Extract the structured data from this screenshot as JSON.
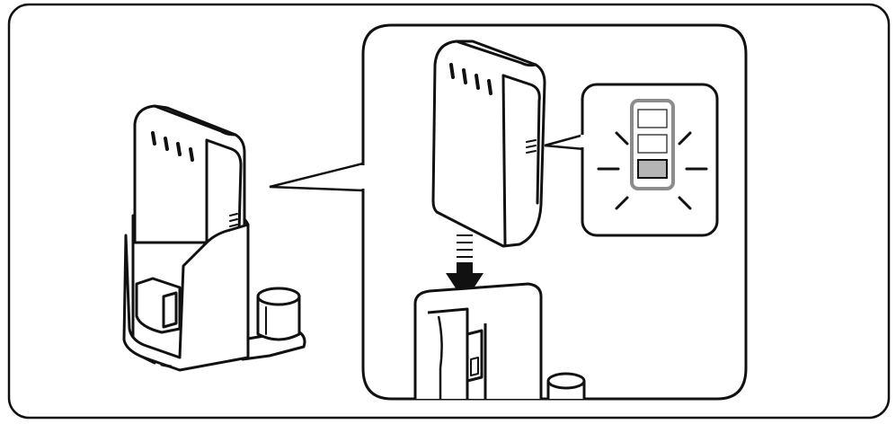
{
  "figure": {
    "subject": "battery-charging-cradle-illustration",
    "icons": [
      "battery-pack-icon",
      "charging-cradle-icon",
      "insert-arrow-icon",
      "charge-level-indicator-icon"
    ],
    "indicator": {
      "segments_total": 3,
      "segments_lit": 1,
      "lit_segment_fill": "#b5b5b5",
      "state": "blinking"
    },
    "colors": {
      "outline": "#111111",
      "background": "#ffffff",
      "indicator_frame": "#8c8c8c"
    }
  }
}
